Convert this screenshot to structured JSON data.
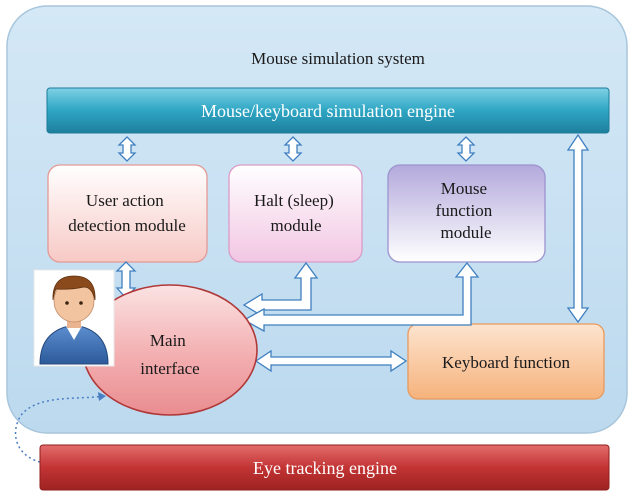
{
  "system": {
    "title": "Mouse simulation system"
  },
  "engine": {
    "label": "Mouse/keyboard simulation engine"
  },
  "modules": {
    "user_action": [
      "User action",
      "detection module"
    ],
    "halt": [
      "Halt (sleep)",
      "module"
    ],
    "mouse_function": [
      "Mouse",
      "function",
      "module"
    ]
  },
  "main_interface": [
    "Main",
    "interface"
  ],
  "keyboard_function": {
    "label": "Keyboard function"
  },
  "eye_tracking": {
    "label": "Eye tracking engine"
  },
  "user": {
    "icon": "user-avatar-icon"
  },
  "colors": {
    "system_bg": "#c9e2f2",
    "engine": "#2da3c0",
    "eye_engine": "#c23636",
    "main_interface": "#f0a0a2",
    "keyboard": "#f8bd8a",
    "arrow_fill": "#ffffff",
    "arrow_stroke": "#3f7fc0"
  }
}
